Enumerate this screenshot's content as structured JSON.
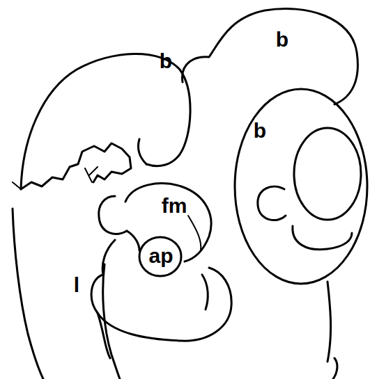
{
  "diagram": {
    "labels": [
      "b",
      "b",
      "b",
      "fm",
      "ap",
      "l"
    ]
  }
}
